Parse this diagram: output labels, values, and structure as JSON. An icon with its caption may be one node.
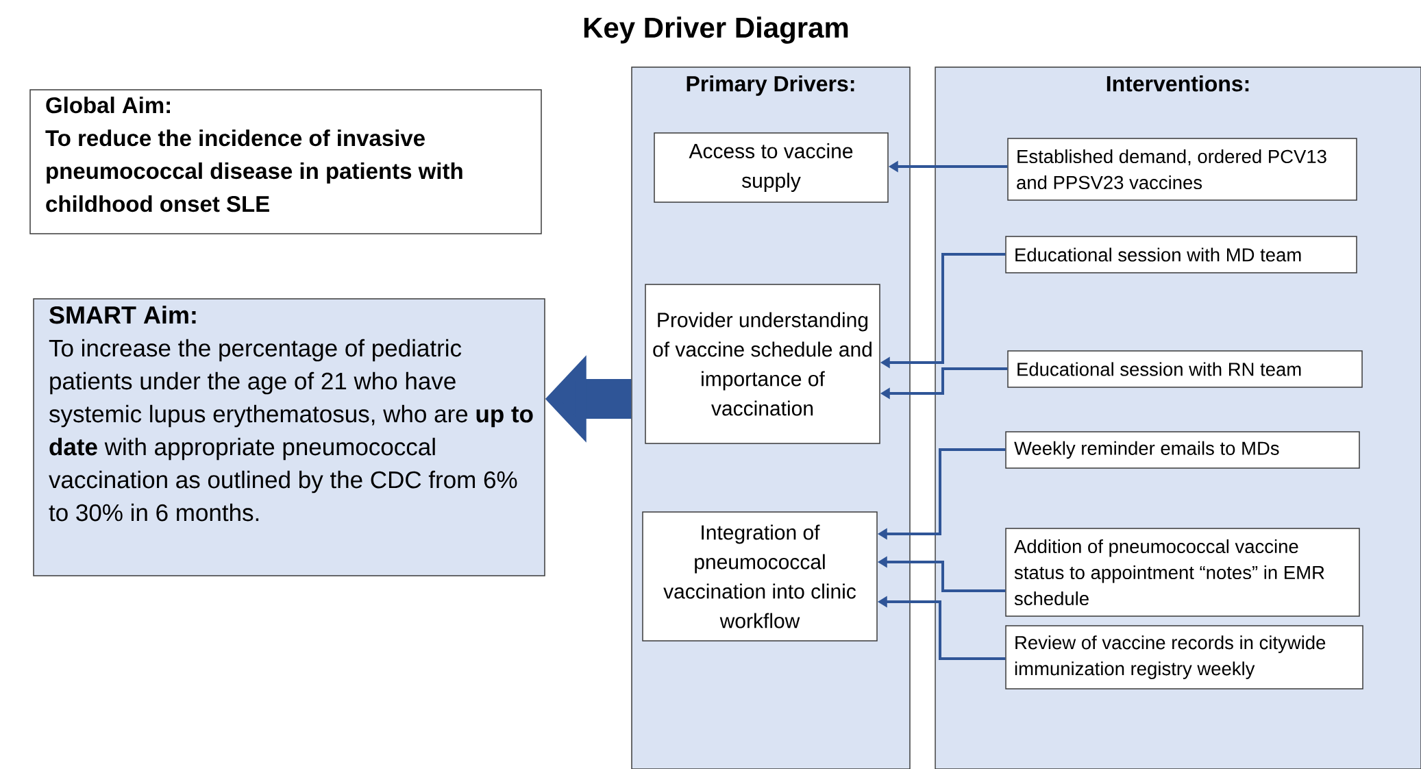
{
  "diagram": {
    "title": "Key Driver Diagram",
    "nodes": [
      {
        "text": [
          "Global Aim:",
          "To reduce the incidence of invasive pneumococcal disease in patients with childhood onset SLE"
        ]
      },
      {
        "text": [
          "SMART Aim:",
          "To increase the percentage of pediatric patients under the age of 21 who have systemic lupus erythematosus, who are **up to date** with appropriate pneumococcal vaccination as outlined by the CDC from 6% to 30% in 6 months."
        ]
      },
      {
        "text": [
          "Primary Drivers:"
        ]
      },
      {
        "text": [
          "Access to vaccine supply"
        ],
        "in": 2
      },
      {
        "text": [
          "Provider understanding of vaccine schedule and importance of vaccination"
        ],
        "in": 2
      },
      {
        "text": [
          "Integration of pneumococcal vaccination into clinic workflow"
        ],
        "in": 2
      },
      {
        "text": [
          "Interventions:"
        ]
      },
      {
        "text": [
          "Established demand, ordered PCV13 and PPSV23 vaccines"
        ],
        "in": 6
      },
      {
        "text": [
          "Educational session with MD team"
        ],
        "in": 6
      },
      {
        "text": [
          "Educational session with RN team"
        ],
        "in": 6
      },
      {
        "text": [
          "Weekly reminder emails to MDs"
        ],
        "in": 6
      },
      {
        "text": [
          "Addition of pneumococcal vaccine status to appointment “notes” in EMR schedule"
        ],
        "in": 6
      },
      {
        "text": [
          "Review of vaccine records in citywide immunization registry weekly"
        ],
        "in": 6
      }
    ],
    "edges": [
      {
        "from": 2,
        "to": 1,
        "arrow": "to",
        "style": "thick"
      },
      {
        "from": 7,
        "to": 3,
        "arrow": "to"
      },
      {
        "from": 8,
        "to": 4,
        "arrow": "to"
      },
      {
        "from": 9,
        "to": 4,
        "arrow": "to"
      },
      {
        "from": 10,
        "to": 5,
        "arrow": "to"
      },
      {
        "from": 11,
        "to": 5,
        "arrow": "to"
      },
      {
        "from": 12,
        "to": 5,
        "arrow": "to"
      }
    ]
  }
}
